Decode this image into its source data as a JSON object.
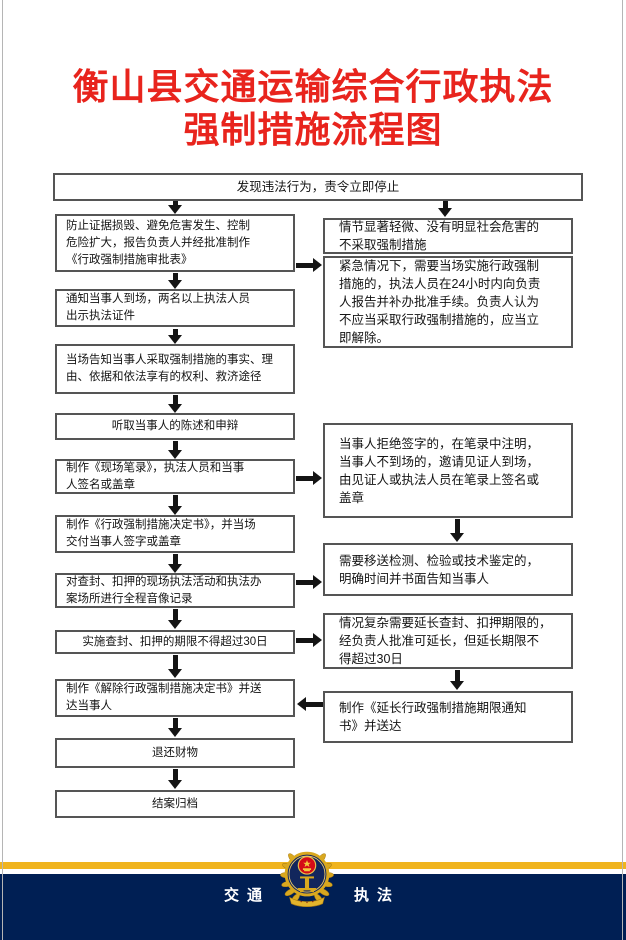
{
  "title": {
    "line1": "衡山县交通运输综合行政执法",
    "line2": "强制措施流程图"
  },
  "flow": {
    "start": "发现违法行为，责令立即停止",
    "left": [
      "防止证据损毁、避免危害发生、控制\n危险扩大，报告负责人并经批准制作\n《行政强制措施审批表》",
      "通知当事人到场，两名以上执法人员\n出示执法证件",
      "当场告知当事人采取强制措施的事实、理\n由、依据和依法享有的权利、救济途径",
      "听取当事人的陈述和申辩",
      "制作《现场笔录》，执法人员和当事\n人签名或盖章",
      "制作《行政强制措施决定书》，并当场\n交付当事人签字或盖章",
      "对查封、扣押的现场执法活动和执法办\n案场所进行全程音像记录",
      "实施查封、扣押的期限不得超过30日",
      "制作《解除行政强制措施决定书》并送\n达当事人",
      "退还财物",
      "结案归档"
    ],
    "right": [
      "情节显著轻微、没有明显社会危害的\n不采取强制措施",
      "紧急情况下，需要当场实施行政强制\n措施的，执法人员在24小时内向负责\n人报告并补办批准手续。负责人认为\n不应当采取行政强制措施的，应当立\n即解除。",
      "当事人拒绝签字的，在笔录中注明，\n当事人不到场的，邀请见证人到场，\n由见证人或执法人员在笔录上签名或\n盖章",
      "需要移送检测、检验或技术鉴定的，\n明确时间并书面告知当事人",
      "情况复杂需要延长查封、扣押期限的，\n经负责人批准可延长，但延长期限不\n得超过30日",
      "制作《延长行政强制措施期限通知\n书》并送达"
    ]
  },
  "footer": {
    "left_label": "交通",
    "right_label": "执法",
    "badge_icon": "transport-law-enforcement-badge"
  },
  "colors": {
    "title_red": "#e8241d",
    "footer_navy": "#001f54",
    "stripe_gold": "#f0b41e",
    "box_border": "#555555",
    "arrow_black": "#141414",
    "badge_gold": "#d9a81f",
    "badge_red": "#d50b17"
  }
}
